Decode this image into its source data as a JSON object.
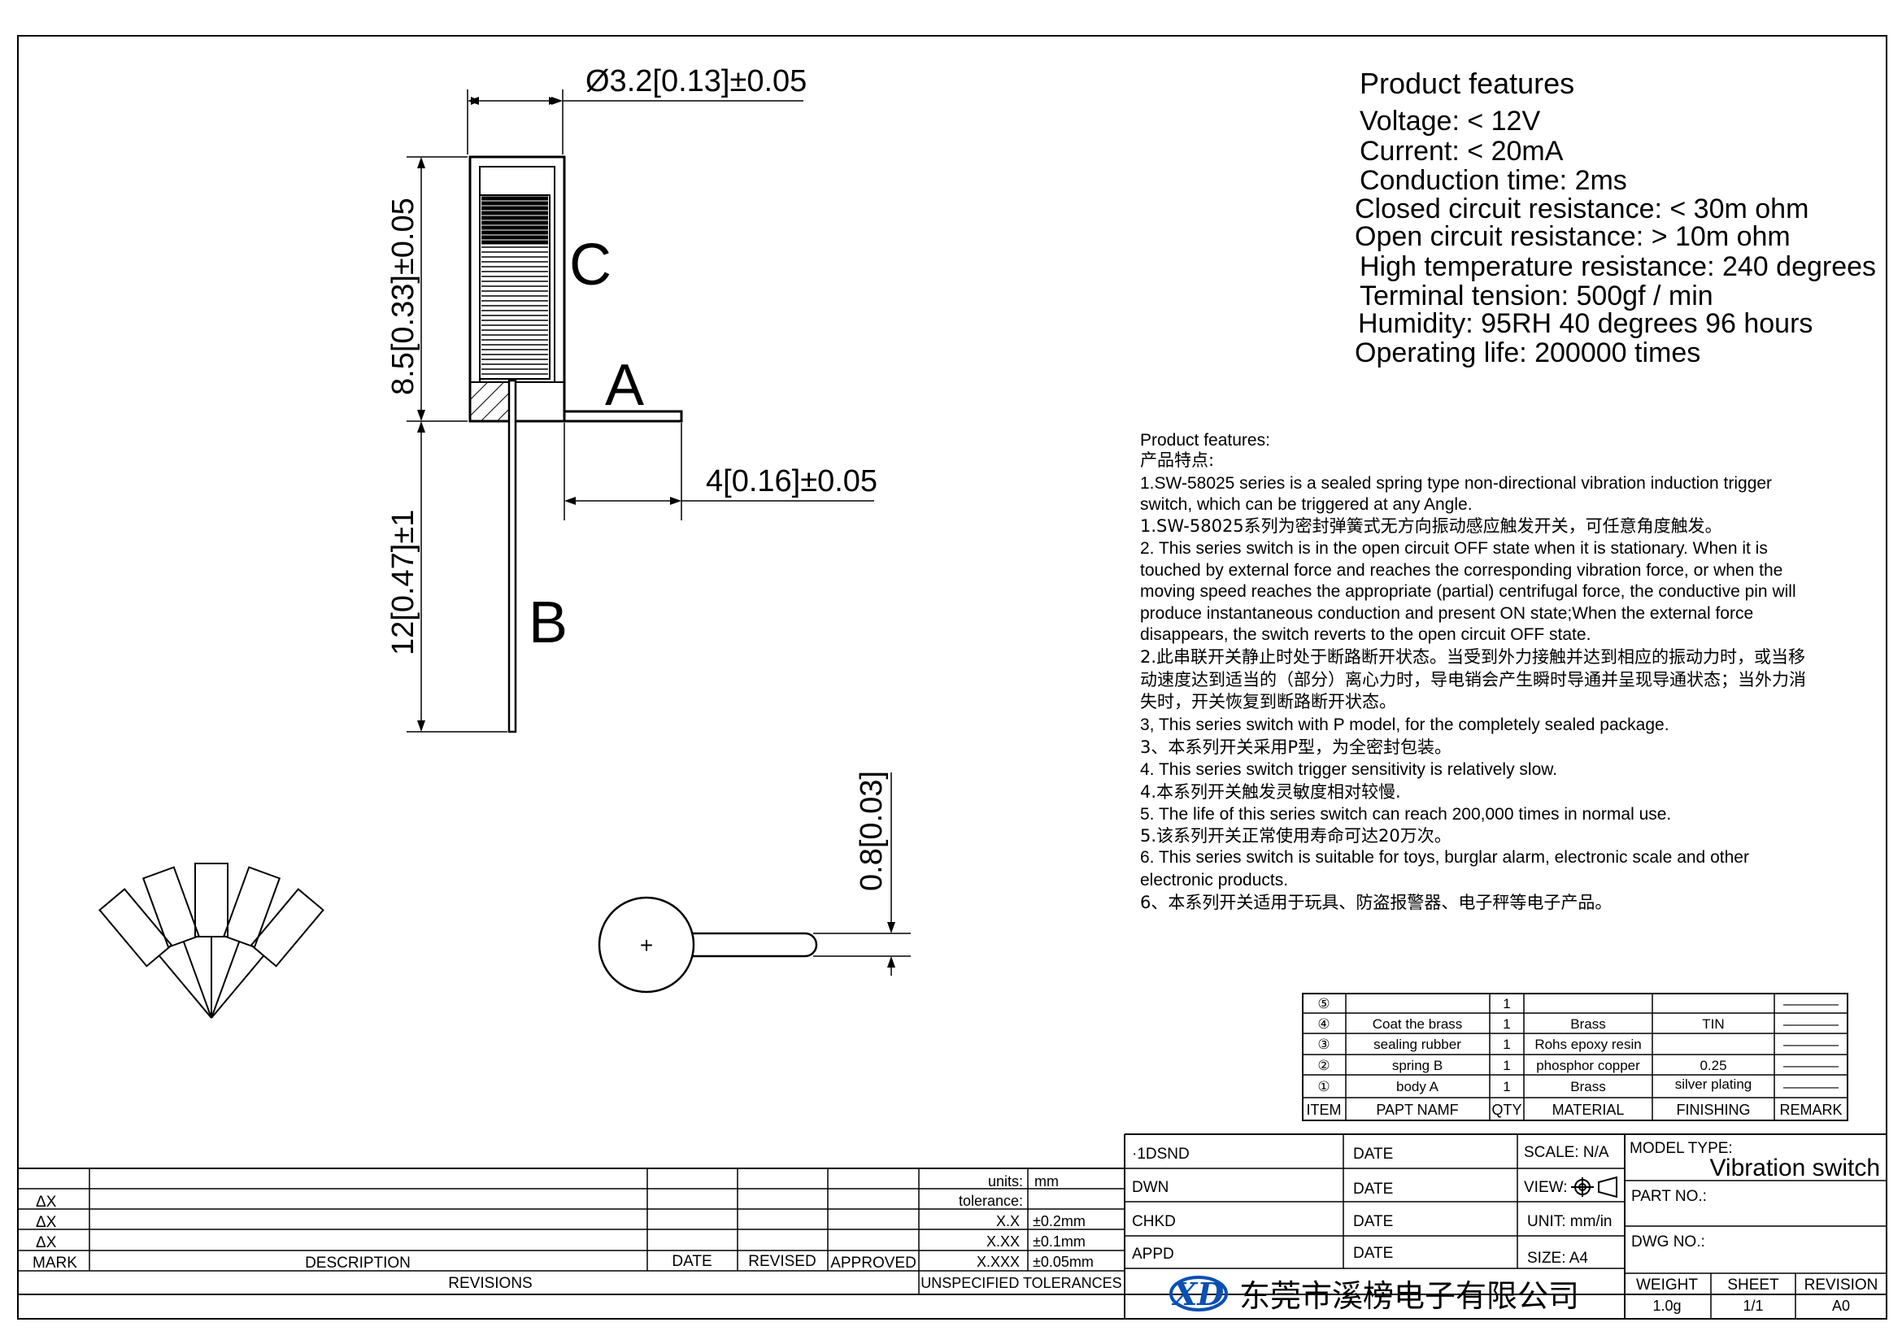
{
  "drawing": {
    "dimensions": {
      "diameter": "Ø3.2[0.13]±0.05",
      "body_height": "8.5[0.33]±0.05",
      "pin_length": "12[0.47]±1",
      "terminal_length": "4[0.16]±0.05",
      "thickness": "0.8[0.03]"
    },
    "labels": {
      "c": "C",
      "a": "A",
      "b": "B"
    },
    "center_mark": "+"
  },
  "features_summary": {
    "title": "Product features",
    "lines": [
      "Voltage: < 12V",
      "Current: < 20mA",
      "Conduction time: 2ms",
      "Closed circuit resistance: < 30m ohm",
      "Open circuit resistance: > 10m ohm",
      "High temperature resistance: 240 degrees",
      "Terminal tension: 500gf / min",
      "Humidity: 95RH 40 degrees 96 hours",
      "Operating life: 200000 times"
    ]
  },
  "features_detail": {
    "lines": [
      "Product features:",
      "产品特点:",
      "1.SW-58025 series is a sealed spring type non-directional vibration induction trigger",
      "switch, which can be triggered at any Angle.",
      "1.SW-58025系列为密封弹簧式无方向振动感应触发开关，可任意角度触发。",
      "2. This series switch is in the open circuit OFF state when it is stationary. When it is",
      "touched by external force and reaches the corresponding vibration force, or when the",
      "moving speed reaches the appropriate (partial) centrifugal force, the conductive pin will",
      "produce instantaneous conduction and present ON state;When the external force",
      "disappears, the switch reverts to the open circuit OFF state.",
      "2.此串联开关静止时处于断路断开状态。当受到外力接触并达到相应的振动力时，或当移",
      "动速度达到适当的（部分）离心力时，导电销会产生瞬时导通并呈现导通状态；当外力消",
      "失时，开关恢复到断路断开状态。",
      "3, This series switch with P model, for the completely sealed package.",
      "3、本系列开关采用P型，为全密封包装。",
      "4. This series switch trigger sensitivity is relatively slow.",
      "4.本系列开关触发灵敏度相对较慢.",
      "5. The life of this series switch can reach 200,000 times in normal use.",
      "5.该系列开关正常使用寿命可达20万次。",
      "6. This series switch is suitable for toys, burglar alarm, electronic scale and other",
      "electronic products.",
      "6、本系列开关适用于玩具、防盗报警器、电子秤等电子产品。"
    ]
  },
  "bom": {
    "rows": [
      {
        "item": "⑤",
        "name": "",
        "qty": "1",
        "material": "",
        "finishing": "",
        "remark": "————"
      },
      {
        "item": "④",
        "name": "Coat the brass",
        "qty": "1",
        "material": "Brass",
        "finishing": "TIN",
        "remark": "————"
      },
      {
        "item": "③",
        "name": "sealing rubber",
        "qty": "1",
        "material": "Rohs epoxy resin",
        "finishing": "",
        "remark": "————"
      },
      {
        "item": "②",
        "name": "spring  B",
        "qty": "1",
        "material": "phosphor copper",
        "finishing": "0.25",
        "remark": "————"
      },
      {
        "item": "①",
        "name": "body   A",
        "qty": "1",
        "material": "Brass",
        "finishing": "silver plating",
        "remark": "————"
      }
    ],
    "header": {
      "item": "ITEM",
      "name": "PAPT NAMF",
      "qty": "QTY",
      "material": "MATERIAL",
      "finishing": "FINISHING",
      "remark": "REMARK"
    }
  },
  "revisions": {
    "delta_rows": [
      "ΔX",
      "ΔX",
      "ΔX"
    ],
    "headers": {
      "mark": "MARK",
      "description": "DESCRIPTION",
      "date": "DATE",
      "revised": "REVISED",
      "approved": "APPROVED"
    },
    "footer": "REVISIONS"
  },
  "tolerances": {
    "units_label": "units:",
    "units_value": "mm",
    "tolerance_label": "tolerance:",
    "rows": [
      {
        "label": "X.X",
        "value": "±0.2mm"
      },
      {
        "label": "X.XX",
        "value": "±0.1mm"
      },
      {
        "label": "X.XXX",
        "value": "±0.05mm"
      }
    ],
    "footer": "UNSPECIFIED TOLERANCES"
  },
  "signoff": {
    "rows": [
      "·1DSND",
      "DWN",
      "CHKD",
      "APPD"
    ],
    "date_label": "DATE",
    "scale": "SCALE: N/A",
    "view": "VIEW:",
    "unit": "UNIT: mm/in",
    "size": "SIZE: A4"
  },
  "title_block": {
    "model_type_label": "MODEL TYPE:",
    "model_type_value": "Vibration switch",
    "part_no_label": "PART NO.:",
    "dwg_no_label": "DWG NO.:",
    "weight_label": "WEIGHT",
    "weight_value": "1.0g",
    "sheet_label": "SHEET",
    "sheet_value": "1/1",
    "revision_label": "REVISION",
    "revision_value": "A0",
    "company": "东莞市溪榜电子有限公司",
    "logo_text": "XD"
  }
}
